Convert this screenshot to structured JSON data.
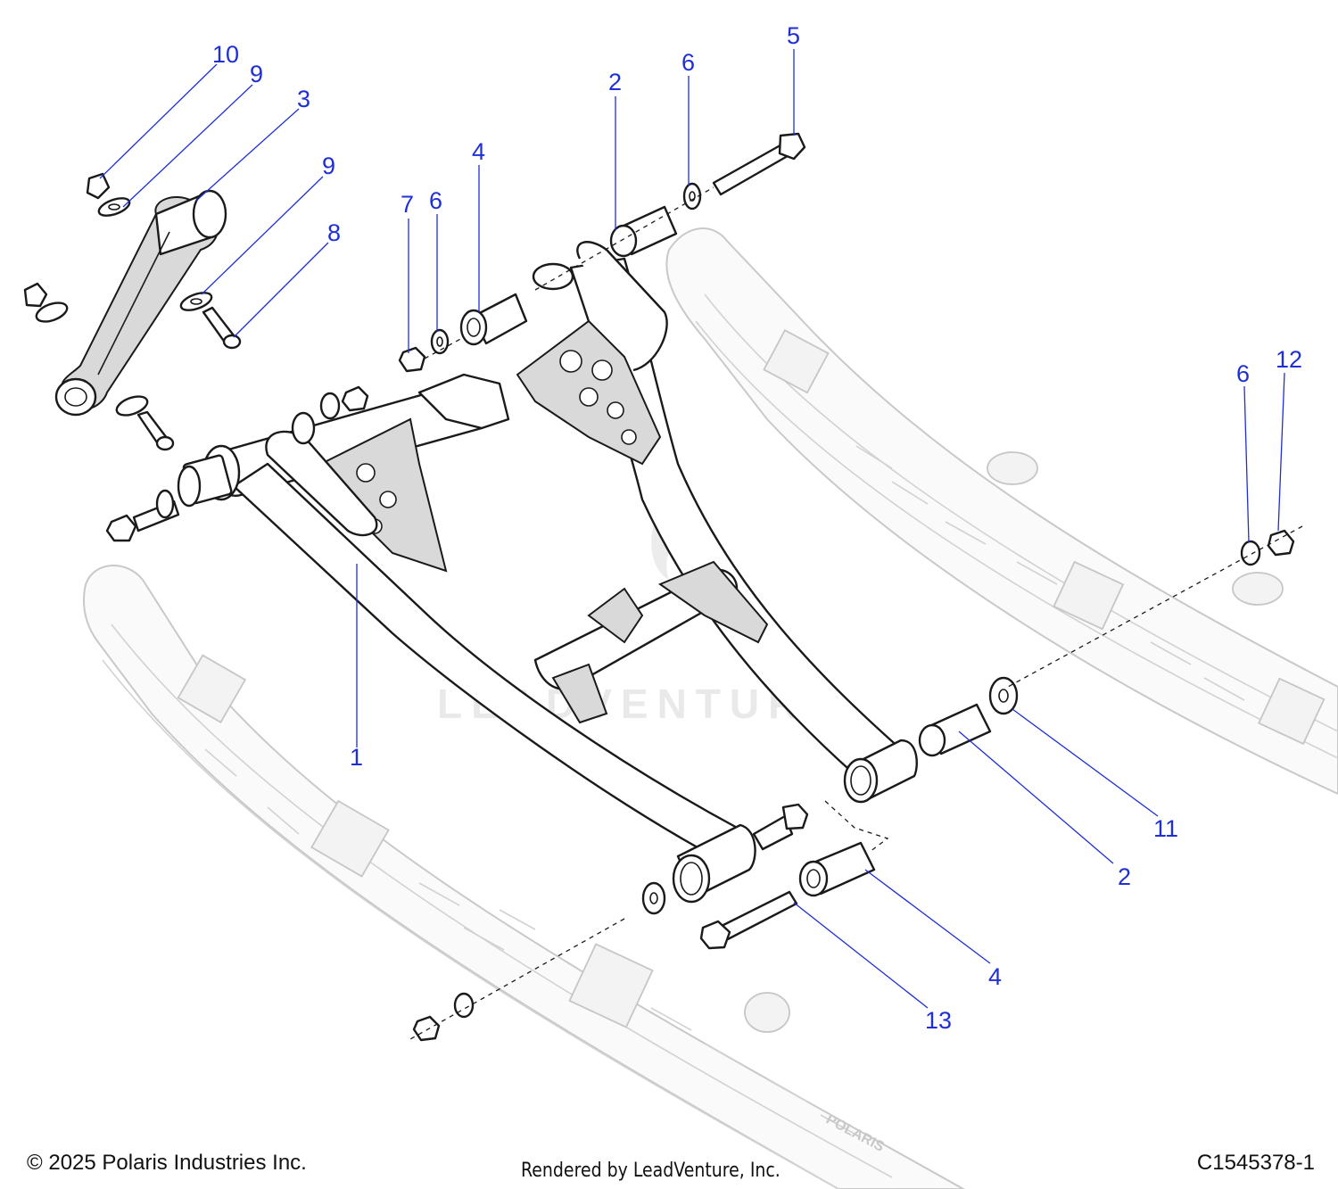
{
  "callouts": [
    {
      "id": "c10",
      "text": "10"
    },
    {
      "id": "c9a",
      "text": "9"
    },
    {
      "id": "c3",
      "text": "3"
    },
    {
      "id": "c9b",
      "text": "9"
    },
    {
      "id": "c8",
      "text": "8"
    },
    {
      "id": "c7",
      "text": "7"
    },
    {
      "id": "c6a",
      "text": "6"
    },
    {
      "id": "c4a",
      "text": "4"
    },
    {
      "id": "c2a",
      "text": "2"
    },
    {
      "id": "c6b",
      "text": "6"
    },
    {
      "id": "c5",
      "text": "5"
    },
    {
      "id": "c6c",
      "text": "6"
    },
    {
      "id": "c12",
      "text": "12"
    },
    {
      "id": "c1",
      "text": "1"
    },
    {
      "id": "c11",
      "text": "11"
    },
    {
      "id": "c2b",
      "text": "2"
    },
    {
      "id": "c4b",
      "text": "4"
    },
    {
      "id": "c13",
      "text": "13"
    }
  ],
  "watermark": "LEADVENTURE",
  "rail_brand": "POLARIS",
  "footer": {
    "copyright": "© 2025 Polaris Industries Inc.",
    "rendered_by": "Rendered by LeadVenture, Inc.",
    "diagram_code": "C1545378-1"
  },
  "colors": {
    "callout": "#1f2fd6",
    "line": "#1a1a1a",
    "rail": "#c9c9c9"
  }
}
